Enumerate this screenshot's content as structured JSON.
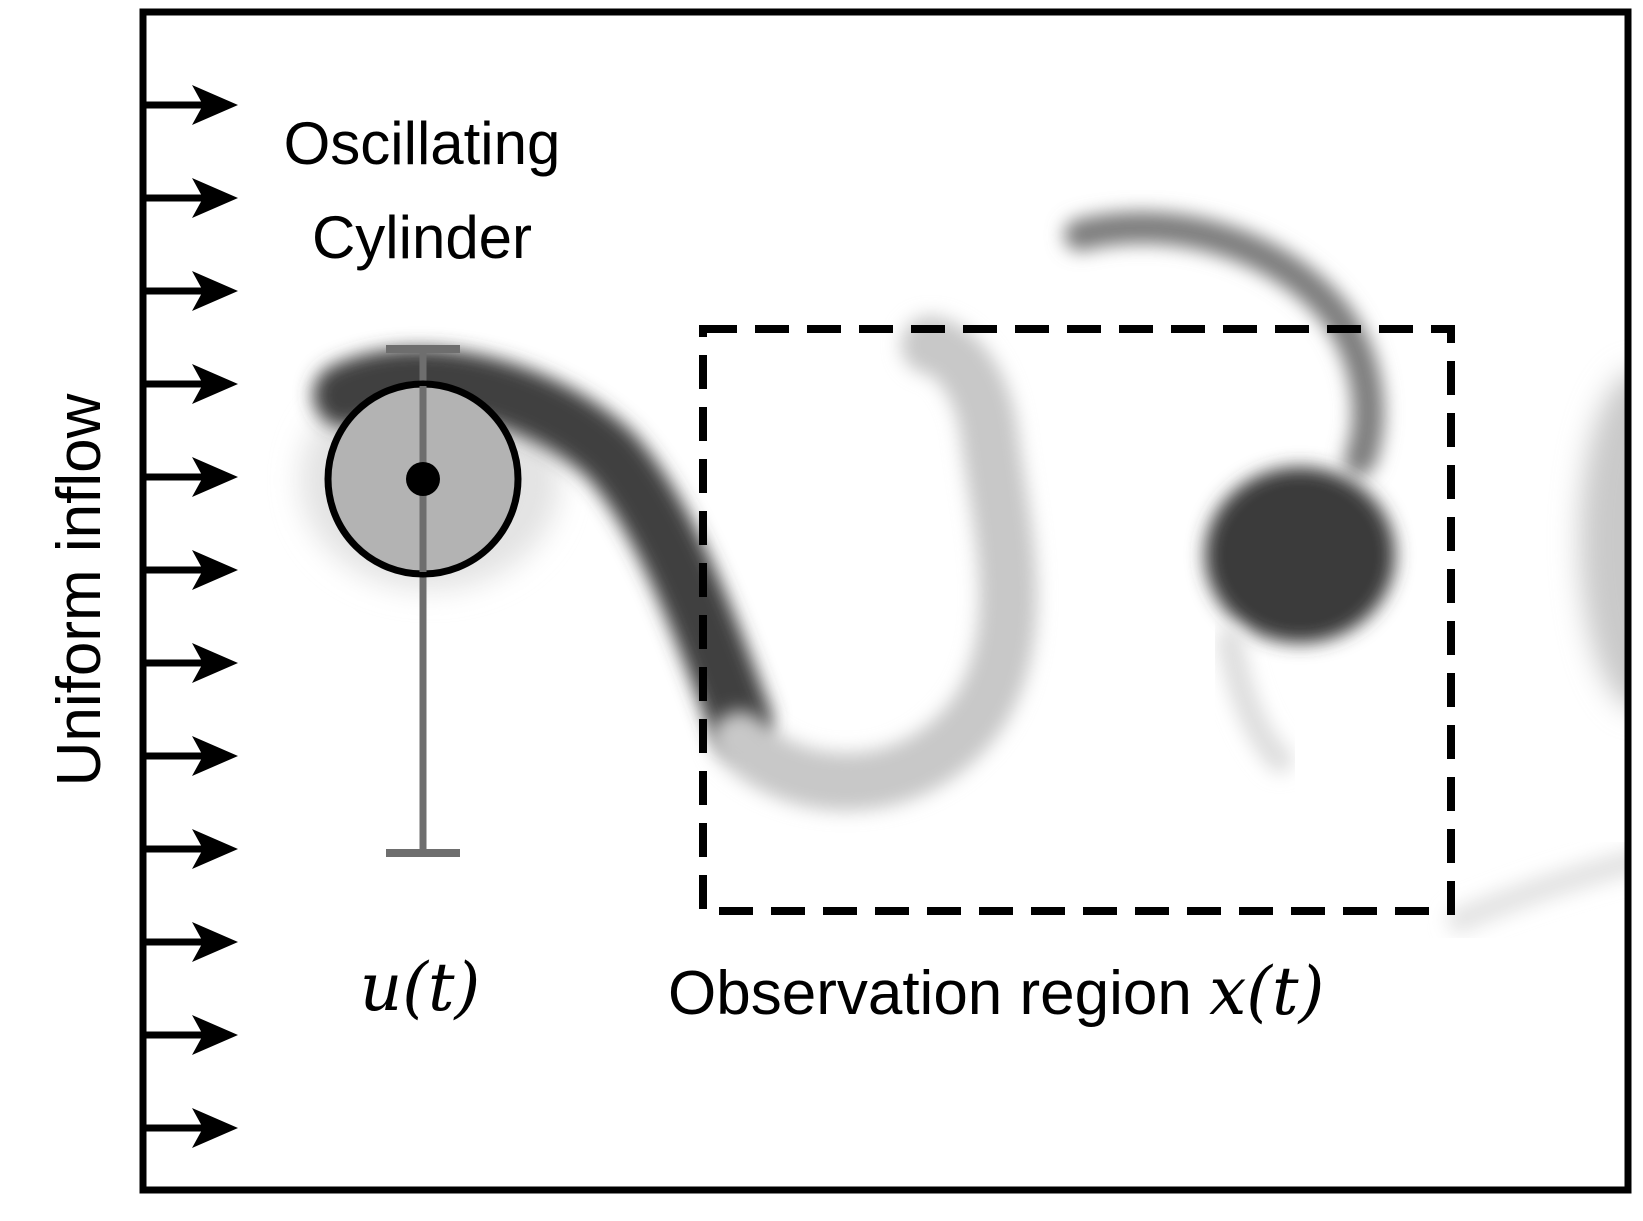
{
  "labels": {
    "inflow": "Uniform inflow",
    "cylinder_line1": "Oscillating",
    "cylinder_line2": "Cylinder",
    "control": "u(t)",
    "observation_text": "Observation region ",
    "observation_math": "x(t)"
  },
  "inflow_arrow_count": 12,
  "colors": {
    "frame": "#000000",
    "cylinder_fill": "#b3b3b3",
    "stroke_bar": "#6e6e6e",
    "wake_dark": "#3a3a3a",
    "wake_light": "#c4c4c4"
  }
}
